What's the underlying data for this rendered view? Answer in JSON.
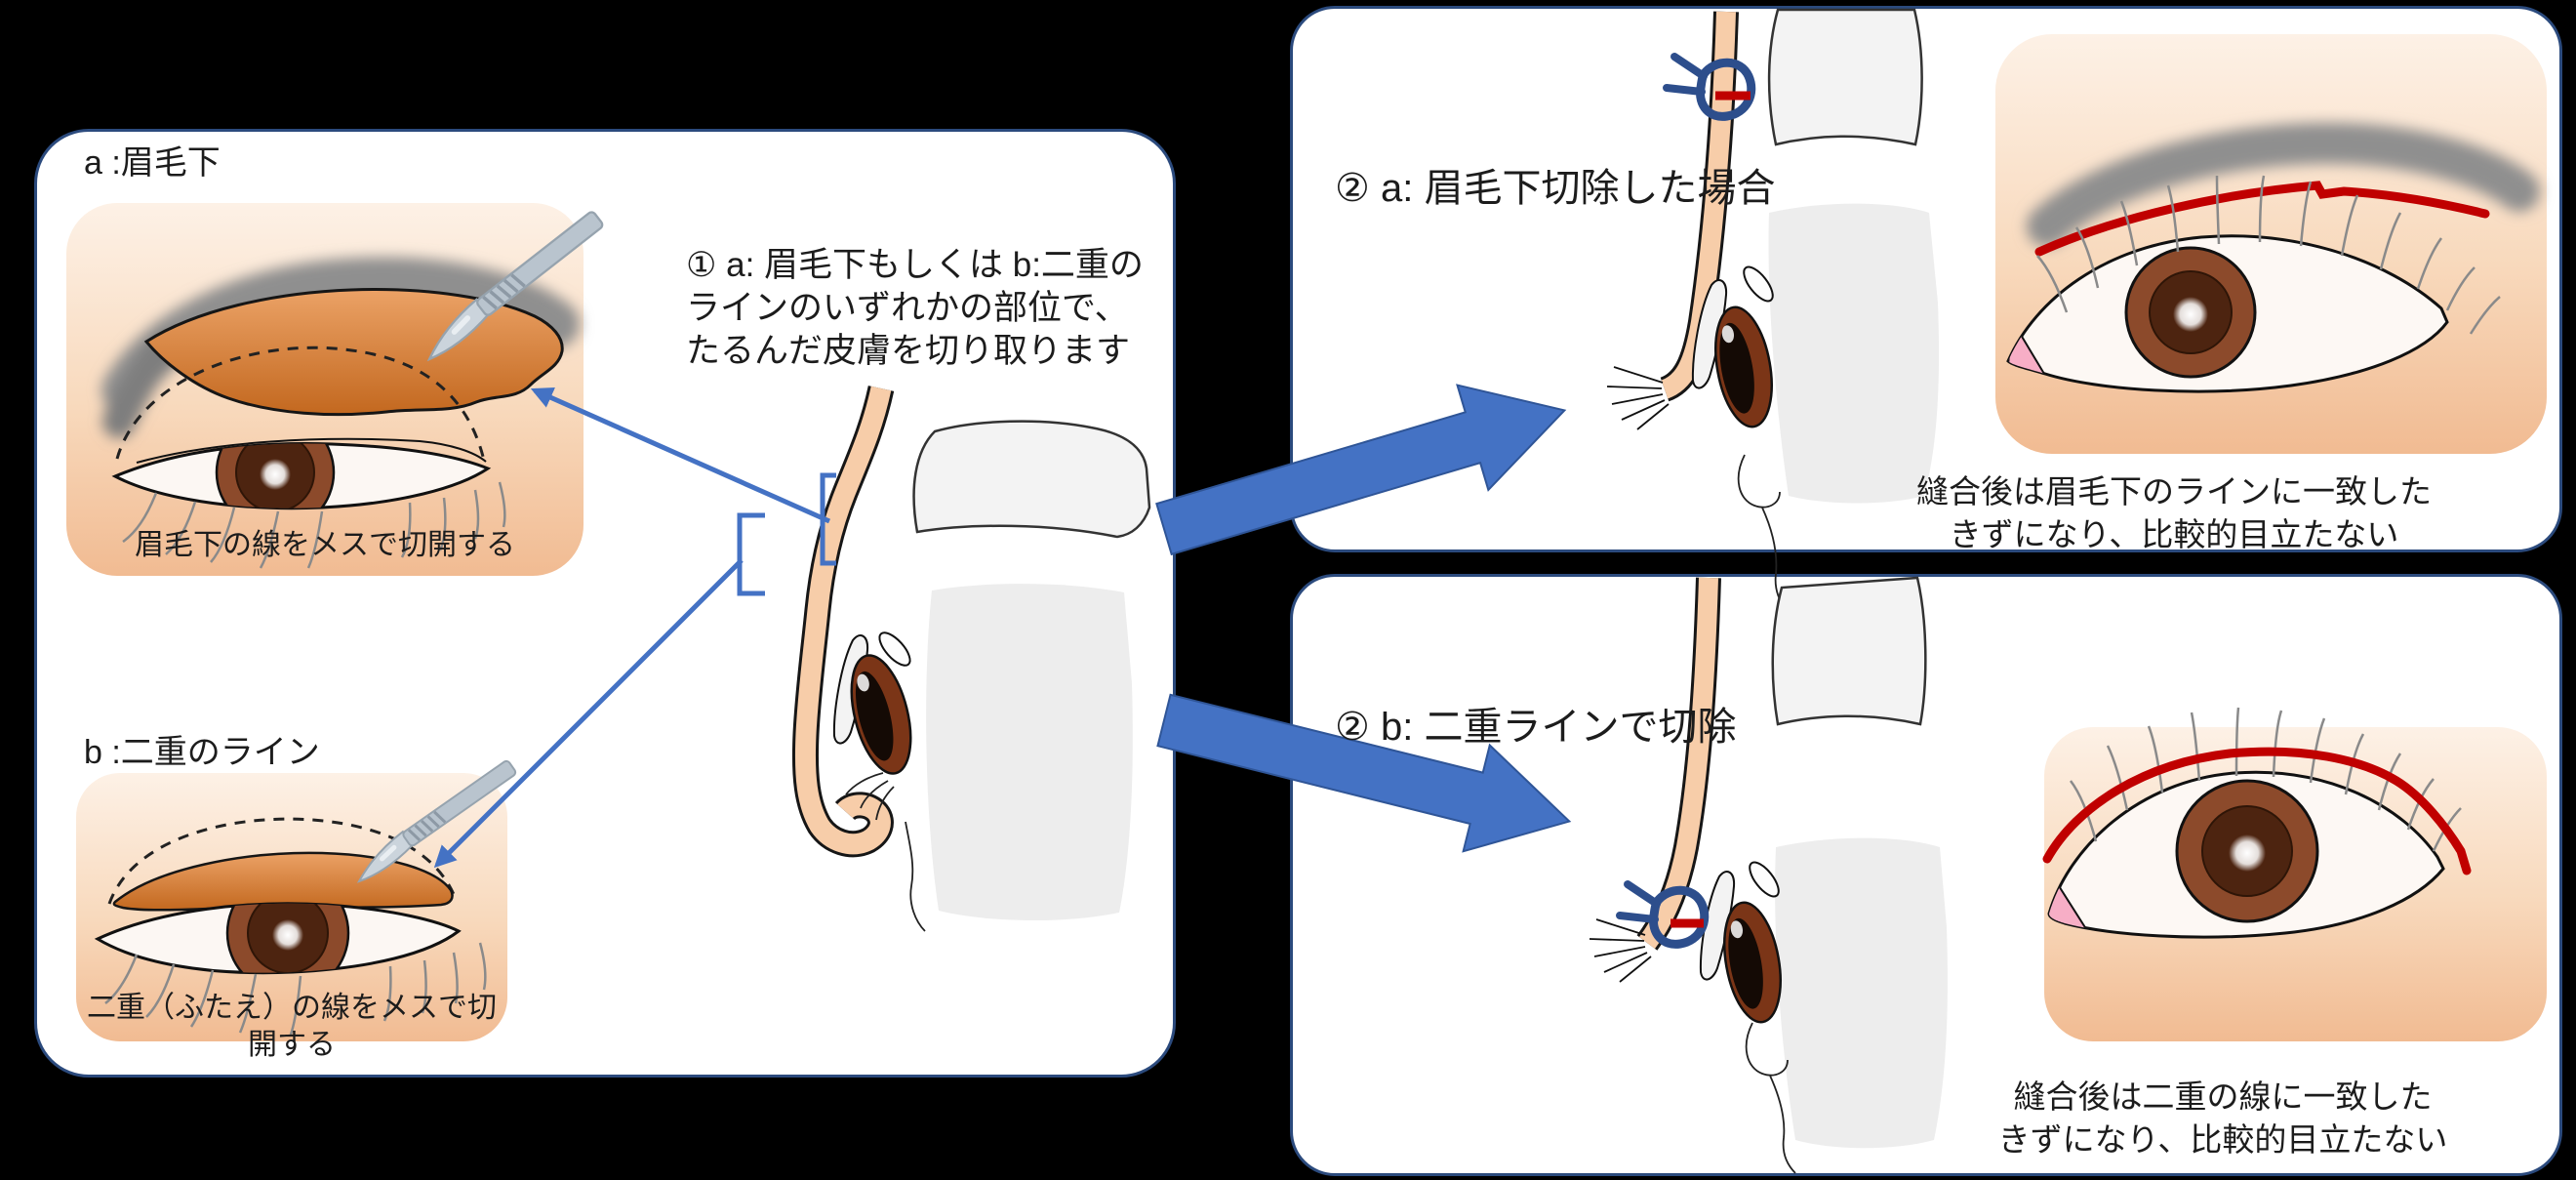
{
  "colors": {
    "background": "#000000",
    "panel_border": "#2B4A7D",
    "accent_blue": "#4472C4",
    "scar_red": "#C00000",
    "suture_blue": "#2D4E8C",
    "skin_peach": "#F2BC94",
    "flap_orange": "#C3681F"
  },
  "left_panel": {
    "label_a": "a :眉毛下",
    "caption_a": "眉毛下の線をメスで切開する",
    "label_b": "b :二重のライン",
    "caption_b": "二重（ふたえ）の線をメスで切開する",
    "step1_text": "① a: 眉毛下もしくは b:二重の\nラインのいずれかの部位で、\nたるんだ皮膚を切り取ります"
  },
  "top_right_panel": {
    "label": "② a: 眉毛下切除した場合",
    "caption": "縫合後は眉毛下のラインに一致した\nきずになり、比較的目立たない"
  },
  "bottom_right_panel": {
    "label": "② b: 二重ラインで切除",
    "caption": "縫合後は二重の線に一致した\nきずになり、比較的目立たない"
  }
}
